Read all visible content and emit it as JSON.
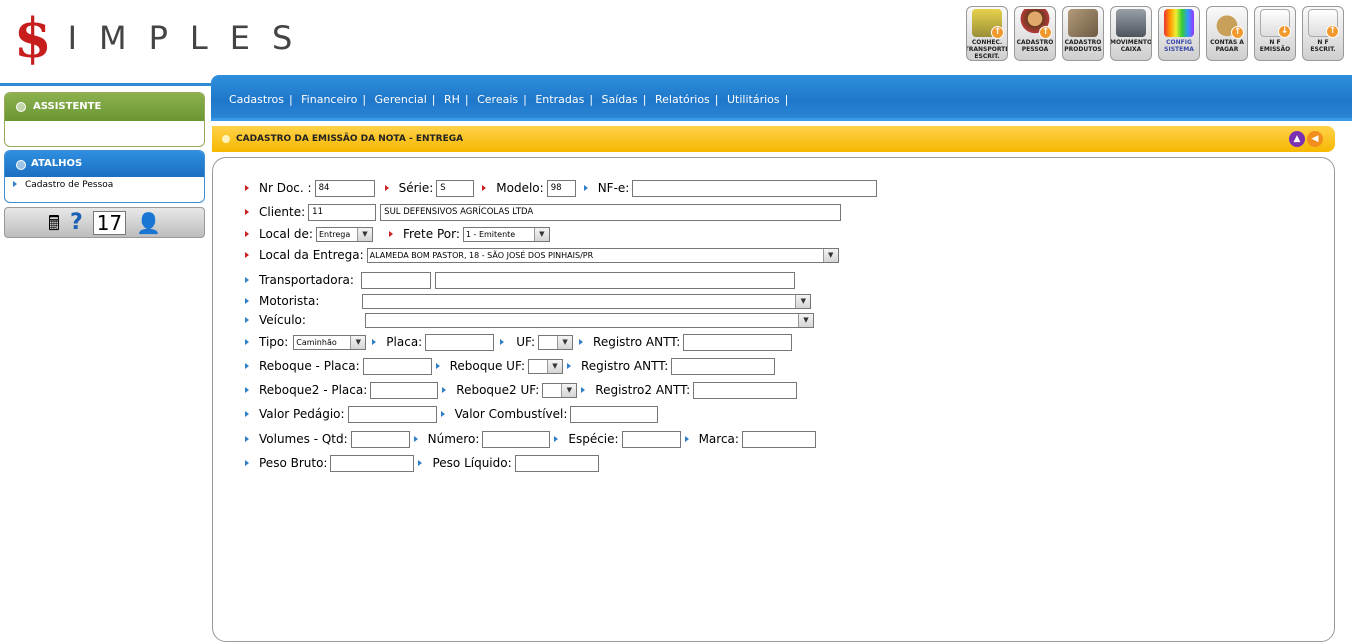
{
  "logo": {
    "dollar": "$",
    "rest": "IMPLES"
  },
  "toolbar": [
    {
      "label": "CONHEC.\nTRANSPORTE\nESCRIT.",
      "icon": "truck-icon"
    },
    {
      "label": "CADASTRO\nPESSOA",
      "icon": "person-icon"
    },
    {
      "label": "CADASTRO\nPRODUTOS",
      "icon": "boxes-icon"
    },
    {
      "label": "MOVIMENTO\nCAIXA",
      "icon": "safe-icon"
    },
    {
      "label": "CONFIG\nSISTEMA",
      "icon": "color-palette-icon"
    },
    {
      "label": "CONTAS A\nPAGAR",
      "icon": "money-bag-icon"
    },
    {
      "label": "N F\nEMISSÃO",
      "icon": "document-icon"
    },
    {
      "label": "N F\nESCRIT.",
      "icon": "document-icon"
    }
  ],
  "menu": [
    "Cadastros",
    "Financeiro",
    "Gerencial",
    "RH",
    "Cereais",
    "Entradas",
    "Saídas",
    "Relatórios",
    "Utilitários"
  ],
  "sidebar": {
    "assistente": "ASSISTENTE",
    "atalhos": "ATALHOS",
    "atalho_link": "Cadastro de Pessoa",
    "tools": [
      "calculator-icon",
      "help-icon",
      "calendar-icon",
      "user-icon"
    ],
    "calendar_day": "17"
  },
  "title": "CADASTRO DA EMISSÃO DA NOTA - ENTREGA",
  "form": {
    "nr_doc_label": "Nr Doc. :",
    "nr_doc": "84",
    "serie_label": "Série:",
    "serie": "S",
    "modelo_label": "Modelo:",
    "modelo": "98",
    "nfe_label": "NF-e:",
    "nfe": "",
    "cliente_label": "Cliente:",
    "cliente_cod": "11",
    "cliente_nome": "SUL DEFENSIVOS AGRÍCOLAS LTDA",
    "local_label": "Local de:",
    "local": "Entrega",
    "frete_label": "Frete Por:",
    "frete": "1 - Emitente",
    "local_entrega_label": "Local da Entrega:",
    "local_entrega": "ALAMEDA BOM PASTOR, 18 - SÃO JOSÉ DOS PINHAIS/PR",
    "transportadora_label": "Transportadora:",
    "motorista_label": "Motorista:",
    "veiculo_label": "Veículo:",
    "tipo_label": "Tipo:",
    "tipo": "Caminhão",
    "placa_label": "Placa:",
    "uf_label": "UF:",
    "antt_label": "Registro ANTT:",
    "reboque_placa_label": "Reboque - Placa:",
    "reboque_uf_label": "Reboque UF:",
    "reboque_antt_label": "Registro ANTT:",
    "reboque2_placa_label": "Reboque2 - Placa:",
    "reboque2_uf_label": "Reboque2 UF:",
    "reboque2_antt_label": "Registro2 ANTT:",
    "pedagio_label": "Valor Pedágio:",
    "combustivel_label": "Valor Combustível:",
    "volumes_label": "Volumes - Qtd:",
    "numero_label": "Número:",
    "especie_label": "Espécie:",
    "marca_label": "Marca:",
    "peso_bruto_label": "Peso Bruto:",
    "peso_liquido_label": "Peso Líquido:"
  }
}
